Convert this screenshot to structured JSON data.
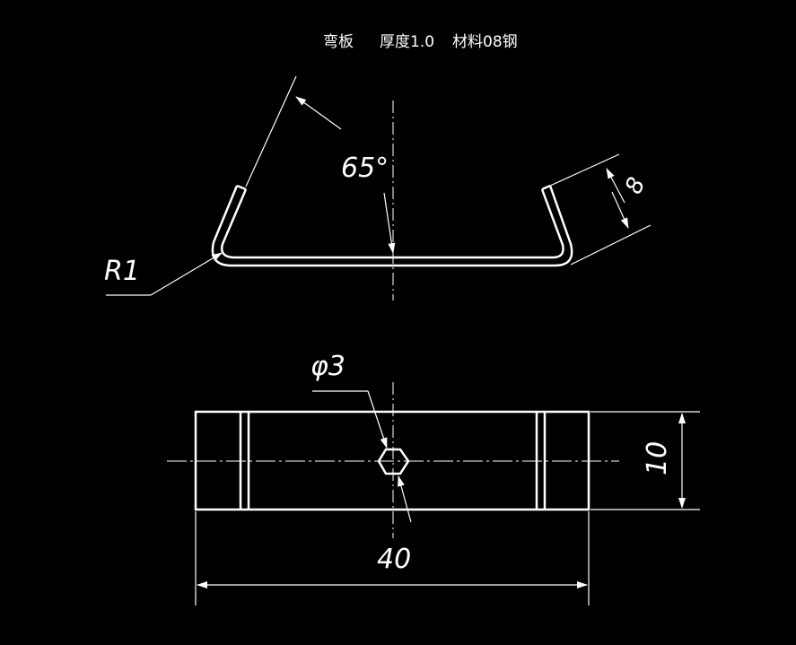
{
  "title": {
    "part_name": "弯板",
    "thickness": "厚度1.0",
    "material": "材料08钢"
  },
  "dimensions": {
    "angle": "65°",
    "flange_length": "8",
    "bend_radius": "R1",
    "hole_diameter": "φ3",
    "width": "10",
    "length": "40"
  },
  "colors": {
    "background": "#000000",
    "lines": "#ffffff"
  }
}
